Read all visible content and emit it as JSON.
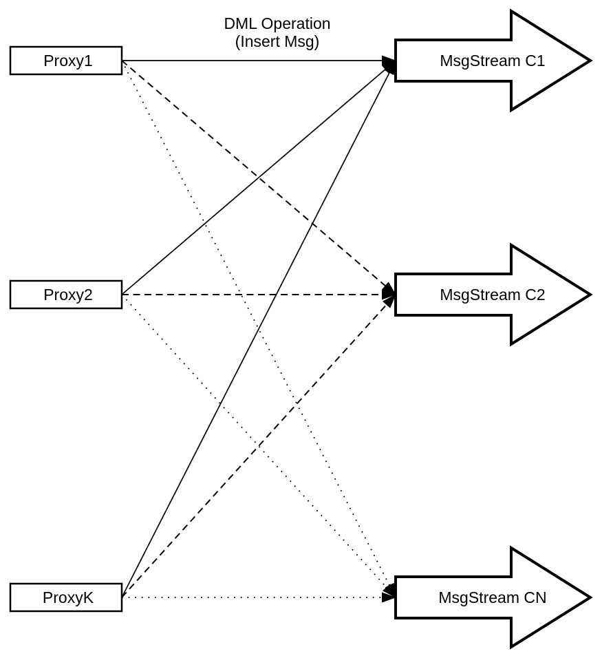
{
  "diagram": {
    "annotation": {
      "line1": "DML Operation",
      "line2": "(Insert Msg)"
    },
    "proxies": [
      {
        "id": "proxy1",
        "label": "Proxy1"
      },
      {
        "id": "proxy2",
        "label": "Proxy2"
      },
      {
        "id": "proxyK",
        "label": "ProxyK"
      }
    ],
    "streams": [
      {
        "id": "c1",
        "label": "MsgStream C1"
      },
      {
        "id": "c2",
        "label": "MsgStream C2"
      },
      {
        "id": "cn",
        "label": "MsgStream CN"
      }
    ],
    "edges": [
      {
        "from": "proxy1",
        "to": "c1",
        "style": "solid"
      },
      {
        "from": "proxy1",
        "to": "c2",
        "style": "dashed"
      },
      {
        "from": "proxy1",
        "to": "cn",
        "style": "dotted"
      },
      {
        "from": "proxy2",
        "to": "c1",
        "style": "solid"
      },
      {
        "from": "proxy2",
        "to": "c2",
        "style": "dashed"
      },
      {
        "from": "proxy2",
        "to": "cn",
        "style": "dotted"
      },
      {
        "from": "proxyK",
        "to": "c1",
        "style": "solid"
      },
      {
        "from": "proxyK",
        "to": "c2",
        "style": "dashed"
      },
      {
        "from": "proxyK",
        "to": "cn",
        "style": "dotted"
      }
    ],
    "colors": {
      "stroke": "#000000",
      "node_fill": "#ffffff",
      "background": "#ffffff"
    }
  }
}
